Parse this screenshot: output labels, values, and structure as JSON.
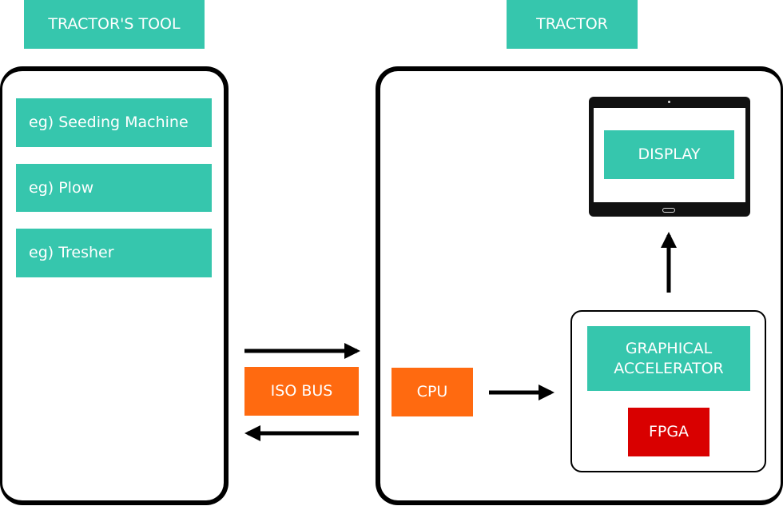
{
  "headers": {
    "tool": "TRACTOR'S TOOL",
    "tractor": "TRACTOR"
  },
  "tool_items": [
    "eg) Seeding Machine",
    "eg) Plow",
    "eg) Tresher"
  ],
  "blocks": {
    "iso_bus": "ISO BUS",
    "cpu": "CPU",
    "graphical_accelerator": "GRAPHICAL ACCELERATOR",
    "fpga": "FPGA",
    "display": "DISPLAY"
  },
  "colors": {
    "teal": "#36c6ad",
    "orange": "#ff6a10",
    "red": "#d90000",
    "stroke": "#000000"
  }
}
